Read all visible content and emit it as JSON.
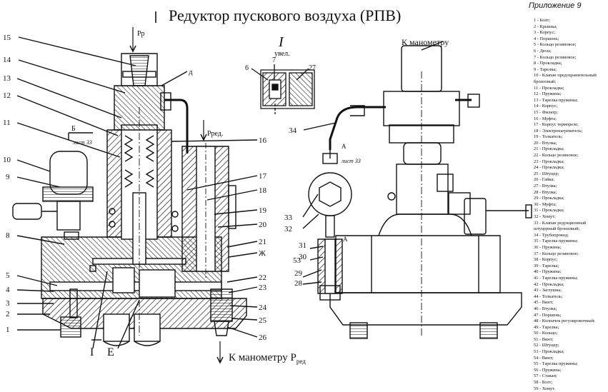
{
  "title": "Редуктор пускового воздуха (РПВ)",
  "appendix": "Приложение 9",
  "left_view": {
    "callouts": [
      "15",
      "14",
      "13",
      "12",
      "11",
      "10",
      "9",
      "8",
      "5",
      "4",
      "3",
      "2",
      "1",
      "16",
      "17",
      "18",
      "19",
      "20",
      "21",
      "22",
      "23",
      "24",
      "25",
      "26"
    ],
    "letter_labels": [
      "д",
      "Ж",
      "Е",
      "I"
    ],
    "pressure_in": "Pр",
    "pressure_red": "Pред.",
    "section_letter": "Б",
    "sheet_ref": "лист 33",
    "to_gauge_text": "К манометру Р",
    "to_gauge_sub": "ред"
  },
  "detail_view": {
    "label": "I",
    "sublabel": "увел.",
    "callouts": [
      "6",
      "7",
      "27"
    ]
  },
  "right_view": {
    "to_gauge": "К манометру",
    "callouts": [
      "34",
      "33",
      "32",
      "31",
      "30",
      "53",
      "29",
      "28"
    ],
    "letter": "А",
    "sheet_ref": "лист 33"
  },
  "parts_list": [
    "1 - Болт;",
    "2 - Крышка;",
    "3 - Корпус;",
    "4 - Поршень;",
    "5 - Кольцо резиновое;",
    "6 - Дюза;",
    "7 - Кольцо резиновое;",
    "8 - Прокладка;",
    "9 - Тарелка;",
    "10 - Клапан предохранительный",
    "бронзовый;",
    "11 - Прокладка;",
    "12 - Пружина;",
    "13 - Тарелка пружины;",
    "14 - Корпус;",
    "15 - Фильтр;",
    "16 - Муфта;",
    "17 - Корпус терморелe;",
    "18 - Электронагреватель;",
    "19 - Толкатель;",
    "20 - Втулка;",
    "21 - Прокладка;",
    "22 - Кольцо резиновое;",
    "23 - Прокладка;",
    "24 - Прокладка;",
    "25 - Штуцер;",
    "26 - Гайка;",
    "27 - Втулка;",
    "28 - Втулка;",
    "29 - Прокладка;",
    "30 - Муфта;",
    "31 - Прокладка;",
    "32 - Хомут;",
    "33 - Клапан редукционный",
    "штуцерный бронзовый;",
    "34 - Трубопровод;",
    "35 - Тарелка пружины;",
    "36 - Пружина;",
    "37 - Кольцо резиновое;",
    "38 - Корпус;",
    "39 - Тарелка;",
    "40 - Пружина;",
    "41 - Тарелка пружины;",
    "42 - Прокладка;",
    "43 - Заглушка;",
    "44 - Толкатель;",
    "45 - Винт;",
    "46 - Втулка;",
    "47 - Поршень;",
    "48 - Колпачок регулировочный;",
    "49 - Тарелка;",
    "50 - Кольцо;",
    "51 - Винт;",
    "52 - Штуцер;",
    "53 - Прокладка;",
    "54 - Винт;",
    "55 - Тарелка пружины;",
    "56 - Пружина;",
    "57 - Стакан;",
    "58 - Болт;",
    "59 - Хомут."
  ]
}
